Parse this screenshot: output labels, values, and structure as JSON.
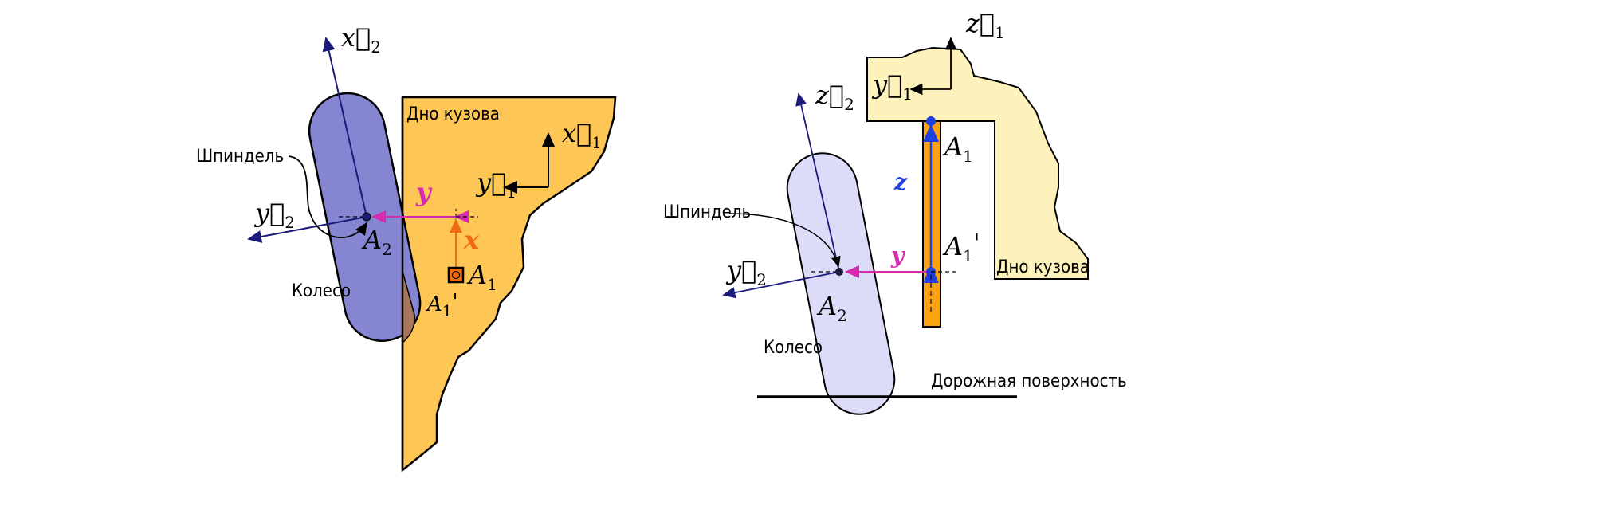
{
  "left": {
    "body_label": "Дно кузова",
    "spindle_label": "Шпиндель",
    "wheel_label": "Колесо",
    "x2": {
      "base": "x⃗",
      "sub": "2"
    },
    "y2": {
      "base": "y⃗",
      "sub": "2"
    },
    "x1": {
      "base": "x⃗",
      "sub": "1"
    },
    "y1": {
      "base": "y⃗",
      "sub": "1"
    },
    "A2": {
      "base": "A",
      "sub": "2"
    },
    "A1": {
      "base": "A",
      "sub": "1"
    },
    "A1p": {
      "base": "A",
      "sub": "1",
      "prime": "'"
    },
    "dim_y": "y",
    "dim_x": "x"
  },
  "right": {
    "body_label": "Дно кузова",
    "spindle_label": "Шпиндель",
    "wheel_label": "Колесо",
    "road_label": "Дорожная поверхность",
    "z2": {
      "base": "z⃗",
      "sub": "2"
    },
    "y2": {
      "base": "y⃗",
      "sub": "2"
    },
    "z1": {
      "base": "z⃗",
      "sub": "1"
    },
    "y1": {
      "base": "y⃗",
      "sub": "1"
    },
    "A2": {
      "base": "A",
      "sub": "2"
    },
    "A1": {
      "base": "A",
      "sub": "1"
    },
    "A1p": {
      "base": "A",
      "sub": "1",
      "prime": "'"
    },
    "dim_y": "y",
    "dim_z": "z"
  },
  "colors": {
    "body_left": "#fdc655",
    "body_right": "#fdf2bb",
    "wheel_left": "#8585d1",
    "wheel_right": "#dcdcf8",
    "axis": "#1a1a7a",
    "dim_y": "#d62ab0",
    "dim_x": "#f06a14",
    "dim_z": "#1f3fe0",
    "strut": "#f9a313"
  }
}
